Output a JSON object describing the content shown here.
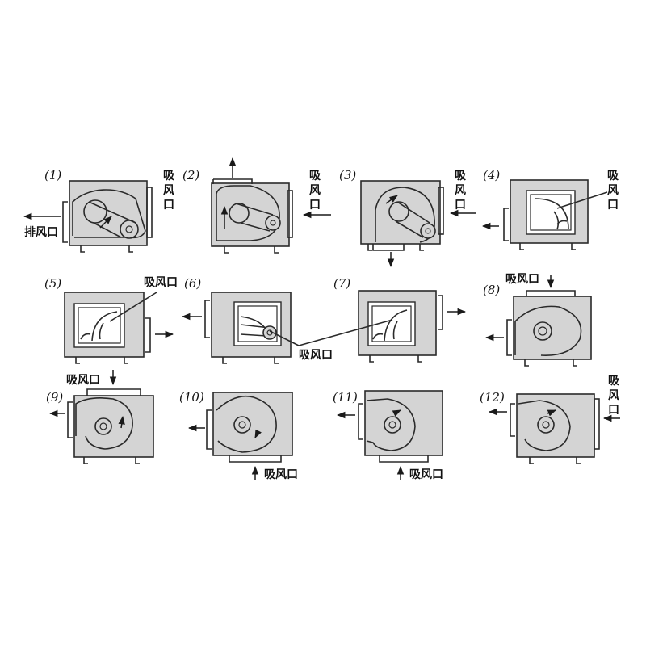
{
  "labels": {
    "intake": "吸风口",
    "intake_v1": "吸",
    "intake_v2": "风",
    "intake_v3": "口",
    "exhaust": "排风口"
  },
  "figures": [
    {
      "number": "(1)"
    },
    {
      "number": "(2)"
    },
    {
      "number": "(3)"
    },
    {
      "number": "(4)"
    },
    {
      "number": "(5)"
    },
    {
      "number": "(6)"
    },
    {
      "number": "(7)"
    },
    {
      "number": "(8)"
    },
    {
      "number": "(9)"
    },
    {
      "number": "(10)"
    },
    {
      "number": "(11)"
    },
    {
      "number": "(12)"
    }
  ]
}
